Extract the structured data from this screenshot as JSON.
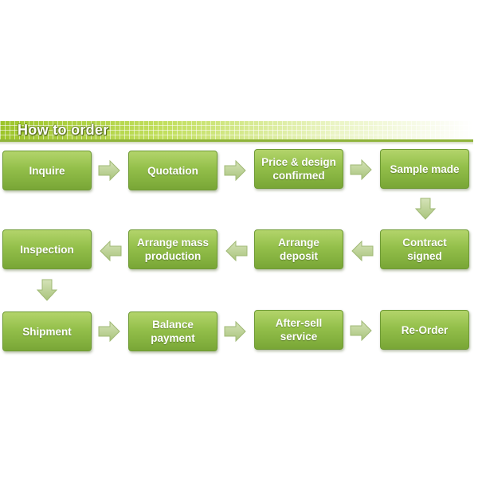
{
  "header": {
    "title": "How to order"
  },
  "steps": [
    {
      "label": "Inquire"
    },
    {
      "label": "Quotation"
    },
    {
      "label": "Price & design confirmed"
    },
    {
      "label": "Sample made"
    },
    {
      "label": "Contract signed"
    },
    {
      "label": "Arrange deposit"
    },
    {
      "label": "Arrange mass production"
    },
    {
      "label": "Inspection"
    },
    {
      "label": "Shipment"
    },
    {
      "label": "Balance payment"
    },
    {
      "label": "After-sell service"
    },
    {
      "label": "Re-Order"
    }
  ],
  "colors": {
    "box": "#93bf4a",
    "arrow": "#b7d08a",
    "header": "#a9cf36"
  }
}
